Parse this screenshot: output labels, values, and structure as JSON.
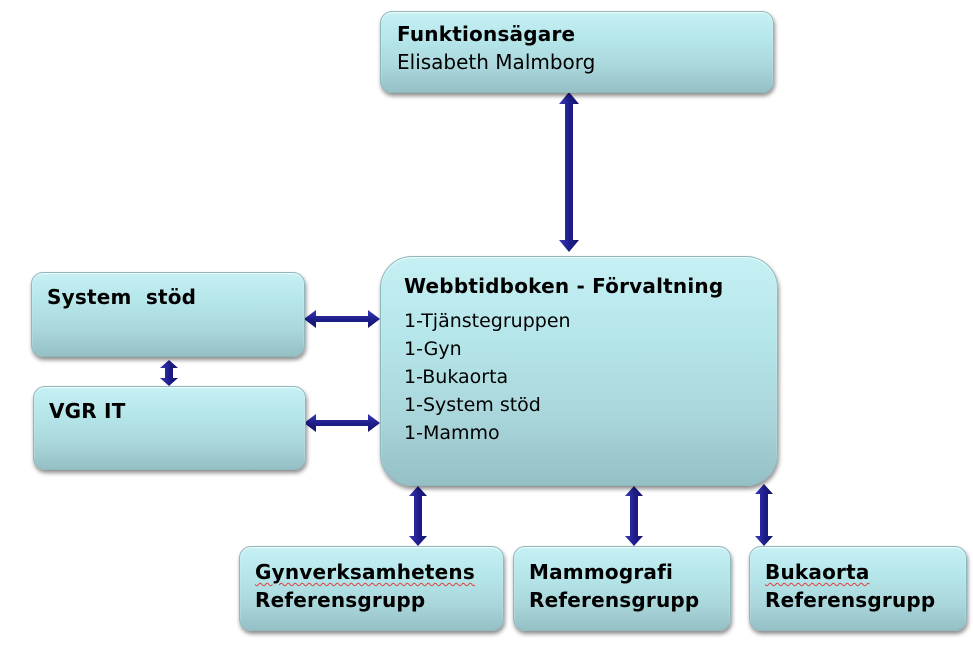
{
  "boxes": {
    "owner": {
      "title": "Funktionsägare",
      "name": "Elisabeth Malmborg"
    },
    "main": {
      "title": "Webbtidboken  - Förvaltning",
      "items": [
        "1-Tjänstegruppen",
        "1-Gyn",
        "1-Bukaorta",
        "1-System stöd",
        "1-Mammo"
      ]
    },
    "system_stod": {
      "title": "System  stöd"
    },
    "vgr_it": {
      "title": "VGR IT"
    },
    "gyn_ref": {
      "line1": "Gynverksamhetens",
      "line2": "Referensgrupp"
    },
    "mammo_ref": {
      "line1": "Mammografi",
      "line2": "Referensgrupp"
    },
    "bukaorta_ref": {
      "line1": "Bukaorta",
      "line2": "Referensgrupp"
    }
  },
  "colors": {
    "box_fill": "#b5e6ea",
    "arrow": "#22228f"
  }
}
